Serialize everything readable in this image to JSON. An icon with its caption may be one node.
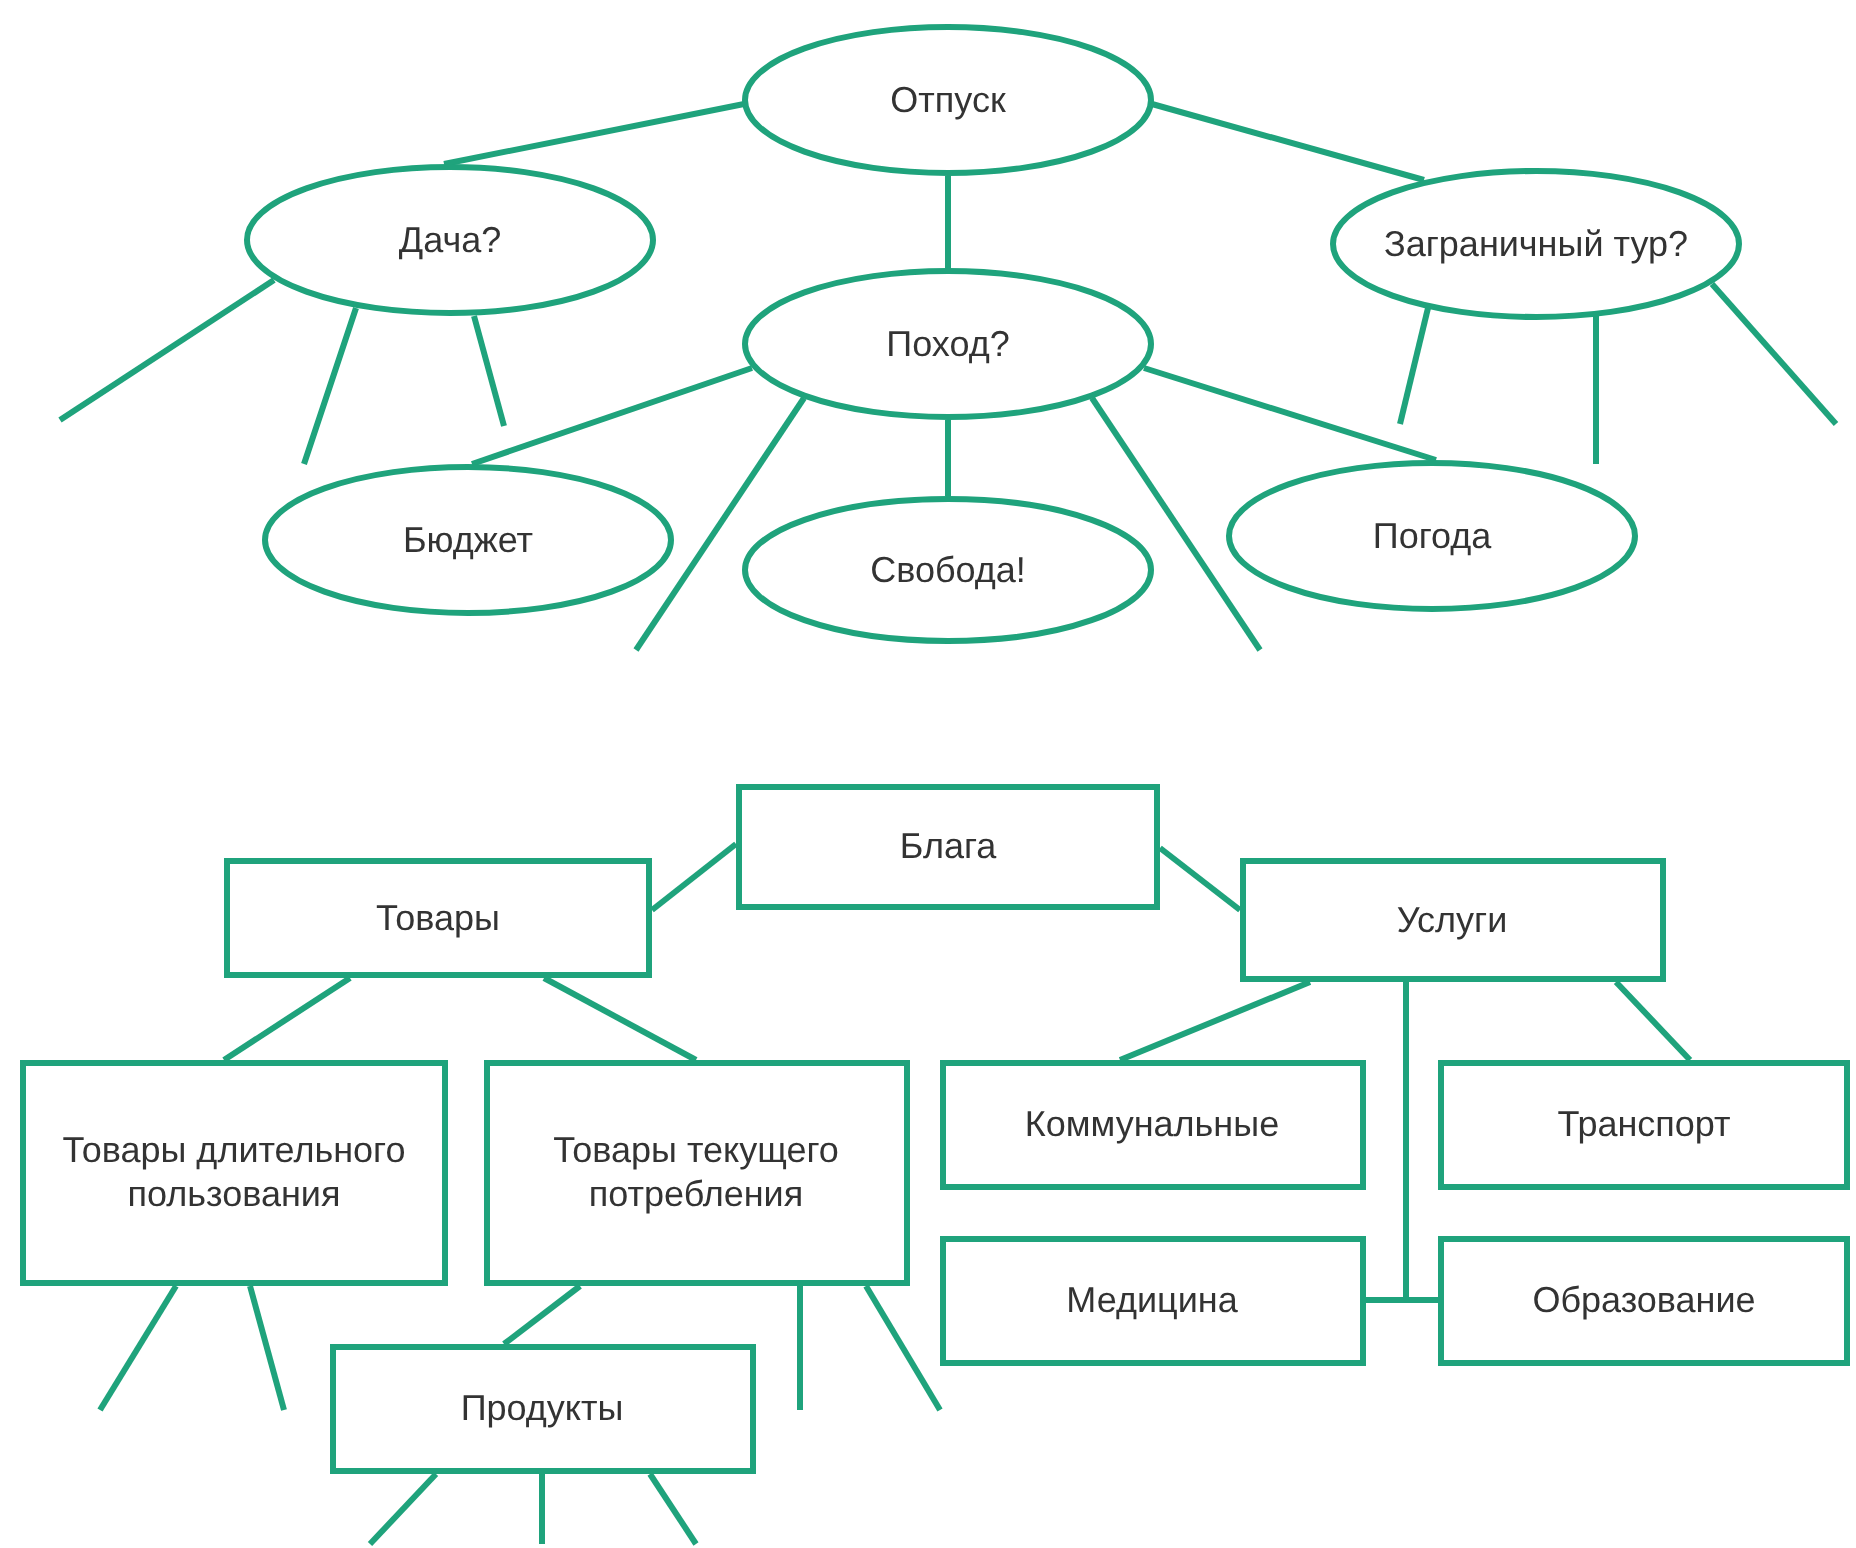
{
  "diagram": {
    "nodes": [
      {
        "text": [
          "Отпуск"
        ]
      },
      {
        "text": [
          "Дача?"
        ]
      },
      {
        "text": [
          "Заграничный тур?"
        ]
      },
      {
        "text": [
          "Поход?"
        ]
      },
      {
        "text": [
          "Бюджет"
        ]
      },
      {
        "text": [
          "Свобода!"
        ]
      },
      {
        "text": [
          "Погода"
        ]
      },
      {
        "text": [
          "Блага"
        ]
      },
      {
        "text": [
          "Товары"
        ]
      },
      {
        "text": [
          "Услуги"
        ]
      },
      {
        "text": [
          "Товары длительного пользования"
        ]
      },
      {
        "text": [
          "Товары текущего потребления"
        ]
      },
      {
        "text": [
          "Коммунальные"
        ]
      },
      {
        "text": [
          "Транспорт"
        ]
      },
      {
        "text": [
          "Медицина"
        ]
      },
      {
        "text": [
          "Образование"
        ]
      },
      {
        "text": [
          "Продукты"
        ]
      }
    ],
    "edges": [
      {
        "from": 0,
        "to": 1,
        "arrow": "none"
      },
      {
        "from": 0,
        "to": 2,
        "arrow": "none"
      },
      {
        "from": 0,
        "to": 3,
        "arrow": "none"
      },
      {
        "from": 3,
        "to": 4,
        "arrow": "none"
      },
      {
        "from": 3,
        "to": 5,
        "arrow": "none"
      },
      {
        "from": 3,
        "to": 6,
        "arrow": "none"
      },
      {
        "from": 1,
        "to": null,
        "arrow": "none"
      },
      {
        "from": 1,
        "to": null,
        "arrow": "none"
      },
      {
        "from": 1,
        "to": null,
        "arrow": "none"
      },
      {
        "from": 2,
        "to": null,
        "arrow": "none"
      },
      {
        "from": 2,
        "to": null,
        "arrow": "none"
      },
      {
        "from": 2,
        "to": null,
        "arrow": "none"
      },
      {
        "from": 3,
        "to": null,
        "arrow": "none"
      },
      {
        "from": 3,
        "to": null,
        "arrow": "none"
      },
      {
        "from": 7,
        "to": 8,
        "arrow": "none"
      },
      {
        "from": 7,
        "to": 9,
        "arrow": "none"
      },
      {
        "from": 8,
        "to": 10,
        "arrow": "none"
      },
      {
        "from": 8,
        "to": 11,
        "arrow": "none"
      },
      {
        "from": 9,
        "to": 12,
        "arrow": "none"
      },
      {
        "from": 9,
        "to": 13,
        "arrow": "none"
      },
      {
        "from": 9,
        "to": 14,
        "arrow": "none"
      },
      {
        "from": 9,
        "to": 15,
        "arrow": "none"
      },
      {
        "from": 11,
        "to": 16,
        "arrow": "none"
      },
      {
        "from": 10,
        "to": null,
        "arrow": "none"
      },
      {
        "from": 10,
        "to": null,
        "arrow": "none"
      },
      {
        "from": 11,
        "to": null,
        "arrow": "none"
      },
      {
        "from": 11,
        "to": null,
        "arrow": "none"
      },
      {
        "from": 16,
        "to": null,
        "arrow": "none"
      },
      {
        "from": 16,
        "to": null,
        "arrow": "none"
      },
      {
        "from": 16,
        "to": null,
        "arrow": "none"
      }
    ]
  }
}
